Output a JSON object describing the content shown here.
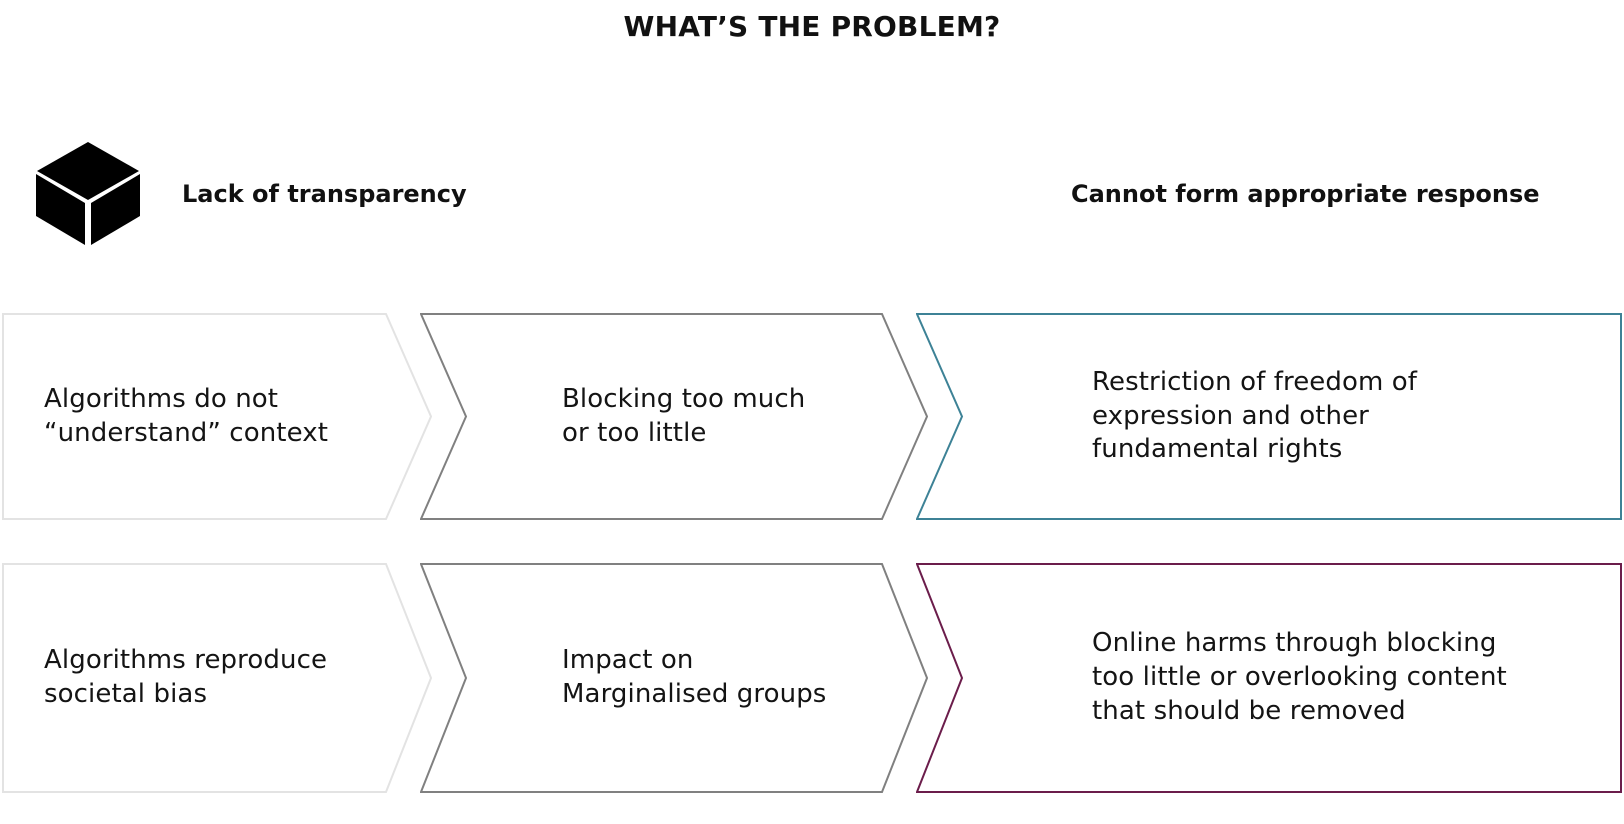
{
  "slide": {
    "title": "WHAT’S THE PROBLEM?",
    "background": "#ffffff"
  },
  "icon": {
    "name": "black-box-cube-icon",
    "color": "#000000"
  },
  "headers": {
    "left": "Lack of transparency",
    "right": "Cannot form appropriate response"
  },
  "colors": {
    "light_gray": "#e3e3e3",
    "mid_gray": "#808080",
    "teal": "#3d8296",
    "maroon": "#6b1d4b",
    "text": "#141414"
  },
  "rows": [
    {
      "id": "row-1",
      "steps": [
        {
          "label": "Algorithms do not\n“understand” context",
          "outline": "#e3e3e3",
          "shape": "arrow-right"
        },
        {
          "label": "Blocking too much\nor too little",
          "outline": "#808080",
          "shape": "chevron"
        },
        {
          "label": "Restriction of freedom of\nexpression and other\nfundamental rights",
          "outline": "#3d8296",
          "shape": "chevron-flat-end"
        }
      ]
    },
    {
      "id": "row-2",
      "steps": [
        {
          "label": "Algorithms reproduce\nsocietal bias",
          "outline": "#e3e3e3",
          "shape": "arrow-right"
        },
        {
          "label": "Impact on\nMarginalised groups",
          "outline": "#808080",
          "shape": "chevron"
        },
        {
          "label": "Online harms through blocking\ntoo little or overlooking content\nthat should be removed",
          "outline": "#6b1d4b",
          "shape": "chevron-flat-end"
        }
      ]
    }
  ]
}
